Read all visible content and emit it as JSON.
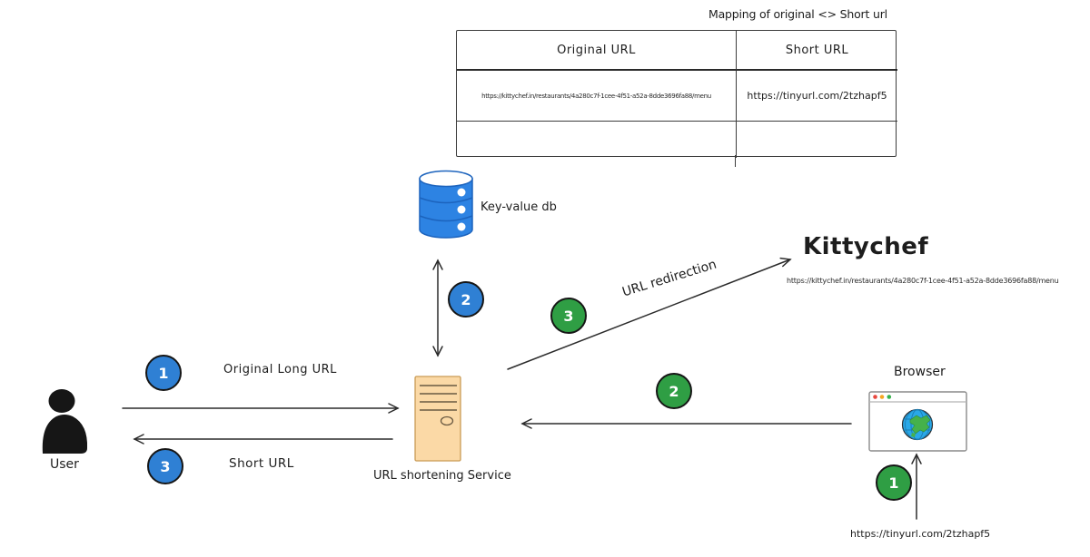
{
  "title": "Mapping of original <> Short url",
  "table": {
    "headers": {
      "original": "Original URL",
      "short": "Short URL"
    },
    "row1": {
      "original": "https://kittychef.in/restaurants/4a280c7f-1cee-4f51-a52a-8dde3696fa88/menu",
      "short": "https://tinyurl.com/2tzhapf5"
    },
    "row2": {
      "original": "",
      "short": ""
    }
  },
  "nodes": {
    "user": {
      "label": "User"
    },
    "service": {
      "label": "URL shortening Service"
    },
    "db": {
      "label": "Key-value db"
    },
    "browser": {
      "label": "Browser"
    },
    "destination": {
      "name": "Kittychef",
      "url": "https://kittychef.in/restaurants/4a280c7f-1cee-4f51-a52a-8dde3696fa88/menu"
    }
  },
  "flows": {
    "shorten": {
      "step1": {
        "num": "1",
        "label": "Original Long URL"
      },
      "step2": {
        "num": "2"
      },
      "step3": {
        "num": "3",
        "label": "Short URL"
      }
    },
    "redirect": {
      "step1": {
        "num": "1",
        "url": "https://tinyurl.com/2tzhapf5"
      },
      "step2": {
        "num": "2"
      },
      "step3": {
        "num": "3",
        "label": "URL redirection"
      }
    }
  },
  "colors": {
    "shorten_badge_blue": "#2f80d4",
    "redirect_badge_green": "#2f9e44",
    "db_blue": "#2d83e3",
    "server_tan": "#fbd9a6",
    "globe_blue": "#29a8e8",
    "globe_land_green": "#45b14b"
  }
}
